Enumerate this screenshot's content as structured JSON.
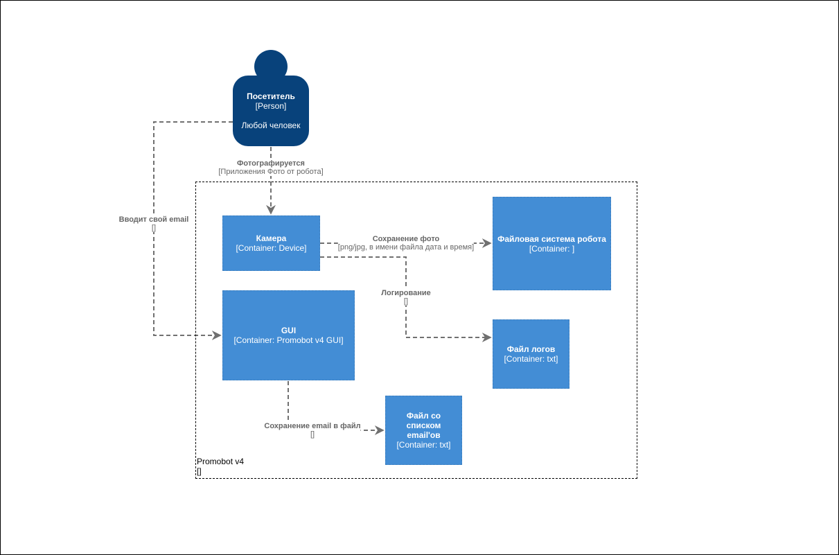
{
  "person": {
    "name": "Посетитель",
    "type": "[Person]",
    "description": "Любой человек"
  },
  "boundary": {
    "name": "Promobot v4",
    "type": "[]"
  },
  "containers": {
    "camera": {
      "name": "Камера",
      "type": "[Container: Device]"
    },
    "fs": {
      "name": "Файловая система робота",
      "type": "[Container: ]"
    },
    "gui": {
      "name": "GUI",
      "type": "[Container: Promobot v4 GUI]"
    },
    "logs": {
      "name": "Файл логов",
      "type": "[Container: txt]"
    },
    "emails": {
      "name": "Файл со списком email'ов",
      "type": "[Container: txt]"
    }
  },
  "edges": {
    "photo": {
      "label": "Фотографируется",
      "tech": "[Приложения Фото от робота]"
    },
    "email_input": {
      "label": "Вводит свой email",
      "tech": "[]"
    },
    "save_photo": {
      "label": "Сохранение фото",
      "tech": "[png/jpg, в имени файла дата и время]"
    },
    "logging": {
      "label": "Логирование",
      "tech": "[]"
    },
    "save_email": {
      "label": "Сохранение email в файл",
      "tech": "[]"
    }
  },
  "colors": {
    "person": "#08427b",
    "container": "#438dd5",
    "edge": "#707070"
  }
}
